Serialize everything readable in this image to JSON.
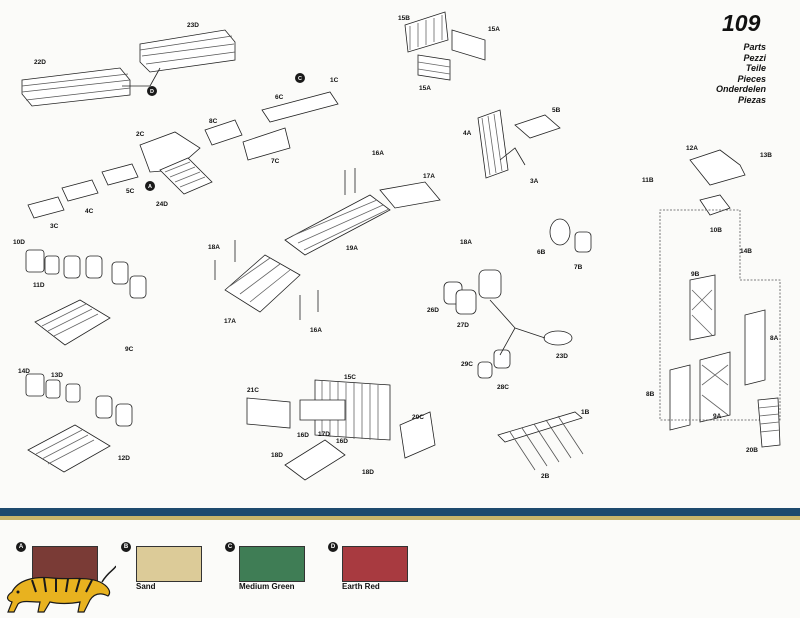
{
  "page": {
    "number": "109",
    "parts_header": [
      "Parts",
      "Pezzi",
      "Teile",
      "Pieces",
      "Onderdelen",
      "Piezas"
    ]
  },
  "labels": {
    "p22D": "22D",
    "p23D": "23D",
    "p1C": "1C",
    "p6C": "6C",
    "p7C": "7C",
    "p8C": "8C",
    "p2C": "2C",
    "p5C": "5C",
    "p4C": "4C",
    "p3C": "3C",
    "p24D": "24D",
    "p15B": "15B",
    "p15A": "15A",
    "p15Ab": "15A",
    "p4A": "4A",
    "p5B": "5B",
    "p3A": "3A",
    "p16A": "16A",
    "p17A": "17A",
    "p18A": "18A",
    "p19A": "19A",
    "p18Ab": "18A",
    "p17Ab": "17A",
    "p16Ab": "16A",
    "p10D": "10D",
    "p11D": "11D",
    "p9C": "9C",
    "p6B": "6B",
    "p7B": "7B",
    "p26D": "26D",
    "p27D": "27D",
    "p29C": "29C",
    "p28C": "28C",
    "p23Db": "23D",
    "p12A": "12A",
    "p13B": "13B",
    "p11B": "11B",
    "p10B": "10B",
    "p14B": "14B",
    "p9B": "9B",
    "p8A": "8A",
    "p8B": "8B",
    "p9A": "9A",
    "p20B": "20B",
    "p14D": "14D",
    "p13D": "13D",
    "p12D": "12D",
    "p21C": "21C",
    "p15C": "15C",
    "p17D": "17D",
    "p16D": "16D",
    "p16Db": "16D",
    "p18D": "18D",
    "p18Db": "18D",
    "p20C": "20C",
    "p1B": "1B",
    "p2B": "2B"
  },
  "callouts": {
    "A": "A",
    "B": "B",
    "C": "C",
    "D": "D"
  },
  "colors": [
    {
      "letter": "A",
      "name": "",
      "hex": "#7a3b36"
    },
    {
      "letter": "B",
      "name": "Sand",
      "hex": "#dccb98"
    },
    {
      "letter": "C",
      "name": "Medium Green",
      "hex": "#3f7d55"
    },
    {
      "letter": "D",
      "name": "Earth Red",
      "hex": "#a83a40"
    }
  ],
  "brand_colors": {
    "band": "#1e4a6e",
    "accent": "#c9b56a"
  }
}
